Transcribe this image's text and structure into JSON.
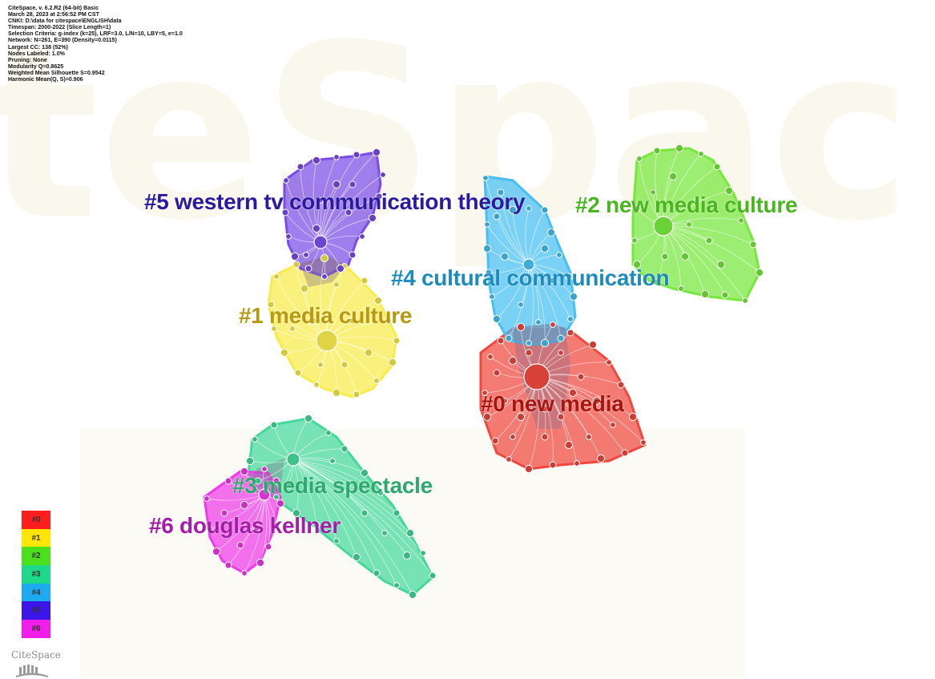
{
  "header": {
    "lines": [
      "CiteSpace, v. 6.2.R2 (64-bit) Basic",
      "March 28, 2023 at 2:56:52 PM CST",
      "CNKI: D:\\data for citespace\\ENGLISH\\data",
      "Timespan: 2000-2022 (Slice Length=1)",
      "Selection Criteria: g-index (k=25), LRF=3.0, L/N=10, LBY=5, e=1.0",
      "Network: N=261, E=390 (Density=0.0115)",
      "Largest CC: 138 (52%)",
      "Nodes Labeled: 1.0%",
      "Pruning: None",
      "Modularity Q=0.8625",
      "Weighted Mean Silhouette S=0.9542",
      "Harmonic Mean(Q, S)=0.906"
    ]
  },
  "clusters": [
    {
      "id": "#0",
      "label": "#0 new media",
      "fill": "#f0483e",
      "text_color": "#a8140f"
    },
    {
      "id": "#1",
      "label": "#1 media culture",
      "fill": "#f8ec4a",
      "text_color": "#b89a12"
    },
    {
      "id": "#2",
      "label": "#2 new media culture",
      "fill": "#76e83c",
      "text_color": "#49b51f"
    },
    {
      "id": "#3",
      "label": "#3 media spectacle",
      "fill": "#44d89a",
      "text_color": "#2ea86c"
    },
    {
      "id": "#4",
      "label": "#4 cultural communication",
      "fill": "#46bff2",
      "text_color": "#1d8cbd"
    },
    {
      "id": "#5",
      "label": "#5 western tv communication theory",
      "fill": "#7a4de8",
      "text_color": "#2a1aa0"
    },
    {
      "id": "#6",
      "label": "#6 douglas kellner",
      "fill": "#ee3ae8",
      "text_color": "#a21ea6"
    }
  ],
  "legend": {
    "items": [
      {
        "label": "#0",
        "color": "#ff1e1e"
      },
      {
        "label": "#1",
        "color": "#ffe600"
      },
      {
        "label": "#2",
        "color": "#4ce01c"
      },
      {
        "label": "#3",
        "color": "#20d88a"
      },
      {
        "label": "#4",
        "color": "#1eaaf0"
      },
      {
        "label": "#5",
        "color": "#3a16e8"
      },
      {
        "label": "#6",
        "color": "#f01ee8"
      }
    ]
  },
  "brand": {
    "name": "CiteSpace"
  }
}
